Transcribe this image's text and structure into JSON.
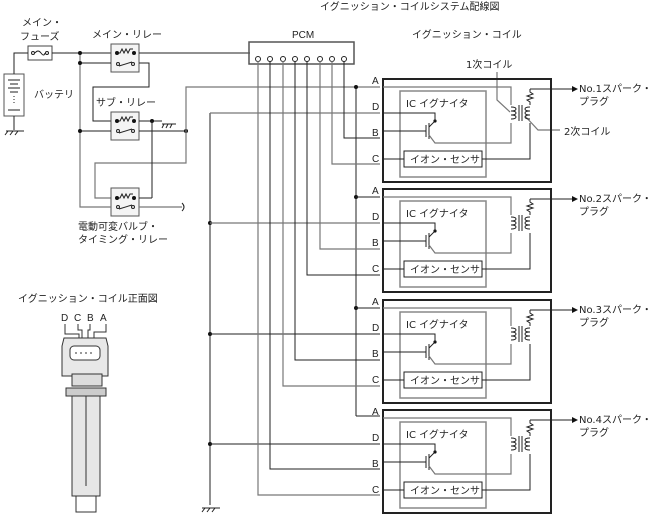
{
  "title": "イグニッション・コイルシステム配線図",
  "labels": {
    "main_fuse_1": "メイン・",
    "main_fuse_2": "フューズ",
    "main_relay": "メイン・リレー",
    "battery": "バッテリ",
    "sub_relay": "サブ・リレー",
    "vvt_relay_1": "電動可変バルブ・",
    "vvt_relay_2": "タイミング・リレー",
    "pcm": "PCM",
    "ignition_coil": "イグニッション・コイル",
    "primary_coil": "1次コイル",
    "secondary_coil": "2次コイル",
    "front_view_title": "イグニッション・コイル正面図"
  },
  "coils": [
    {
      "ic": "IC イグナイタ",
      "sensor": "イオン・センサ",
      "plug_1": "No.1スパーク・",
      "plug_2": "プラグ"
    },
    {
      "ic": "IC イグナイタ",
      "sensor": "イオン・センサ",
      "plug_1": "No.2スパーク・",
      "plug_2": "プラグ"
    },
    {
      "ic": "IC イグナイタ",
      "sensor": "イオン・センサ",
      "plug_1": "No.3スパーク・",
      "plug_2": "プラグ"
    },
    {
      "ic": "IC イグナイタ",
      "sensor": "イオン・センサ",
      "plug_1": "No.4スパーク・",
      "plug_2": "プラグ"
    }
  ],
  "pins": {
    "a": "A",
    "b": "B",
    "c": "C",
    "d": "D"
  },
  "connector_pins": [
    "D",
    "C",
    "B",
    "A"
  ]
}
